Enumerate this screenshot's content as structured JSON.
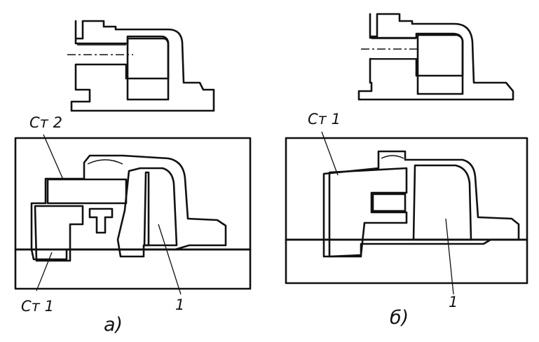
{
  "figure": {
    "panel_a": {
      "label": "а)",
      "callouts": {
        "st2": "Ст 2",
        "st1": "Ст 1",
        "num1": "1"
      }
    },
    "panel_b": {
      "label": "б)",
      "callouts": {
        "st1": "Ст 1",
        "num1": "1"
      }
    }
  }
}
